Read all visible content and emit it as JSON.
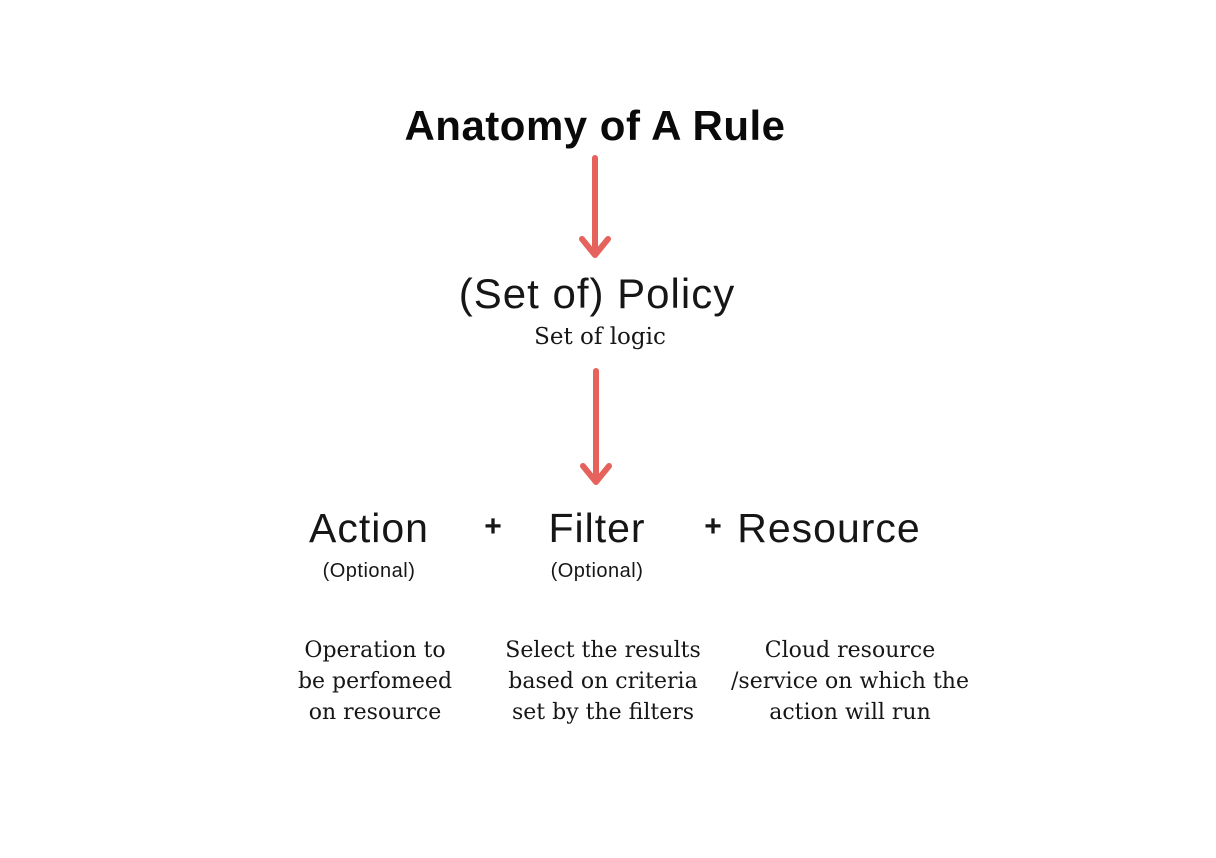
{
  "title": "Anatomy of A Rule",
  "policy": {
    "label": "(Set of) Policy",
    "sublabel": "Set of logic"
  },
  "operators": {
    "plus": "+"
  },
  "components": [
    {
      "label": "Action",
      "note": "(Optional)",
      "description": "Operation to\nbe perfomeed\non resource"
    },
    {
      "label": "Filter",
      "note": "(Optional)",
      "description": "Select the results\nbased on criteria\nset by the filters"
    },
    {
      "label": "Resource",
      "note": "",
      "description": "Cloud resource\n/service on which the\naction will run"
    }
  ],
  "colors": {
    "background": "#FFFFFF",
    "text": "#161616",
    "arrow": "#E6625C"
  }
}
